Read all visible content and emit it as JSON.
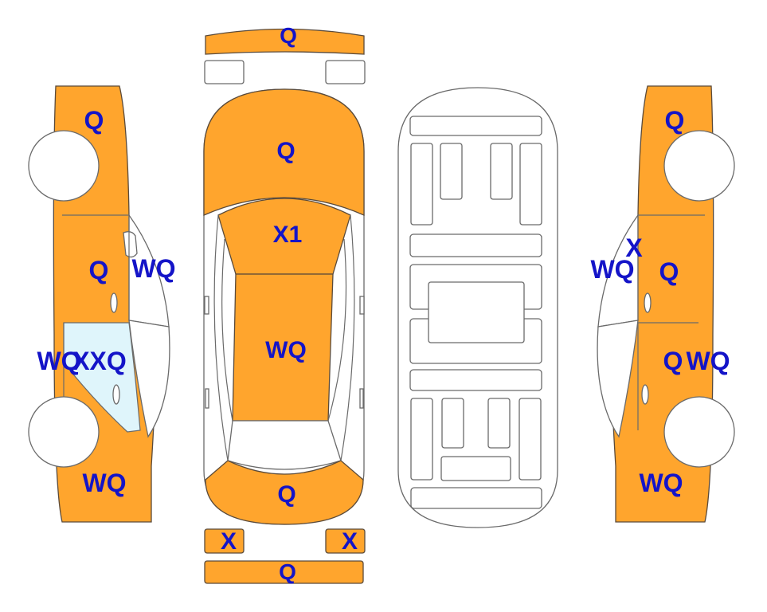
{
  "colors": {
    "damaged_panel": "#ffa52d",
    "glass_marked": "#dff5fb",
    "code_text": "#1414c8",
    "outline": "#6a6a6a"
  },
  "labels": {
    "front_bumper": "Q",
    "hood": "Q",
    "windshield": "X1",
    "roof": "WQ",
    "trunk": "Q",
    "rear_light_left": "X",
    "rear_light_right": "X",
    "rear_bumper": "Q",
    "left_front_fender": "Q",
    "left_front_door": "Q",
    "left_mirror": "WQ",
    "left_rear_door_edge": "WQ",
    "left_rear_door": "XXQ",
    "left_rear_quarter": "WQ",
    "right_front_fender": "Q",
    "right_mirror_x": "X",
    "right_mirror": "WQ",
    "right_front_door": "Q",
    "right_rear_door_a": "Q",
    "right_rear_door_b": "WQ",
    "right_rear_quarter": "WQ"
  }
}
